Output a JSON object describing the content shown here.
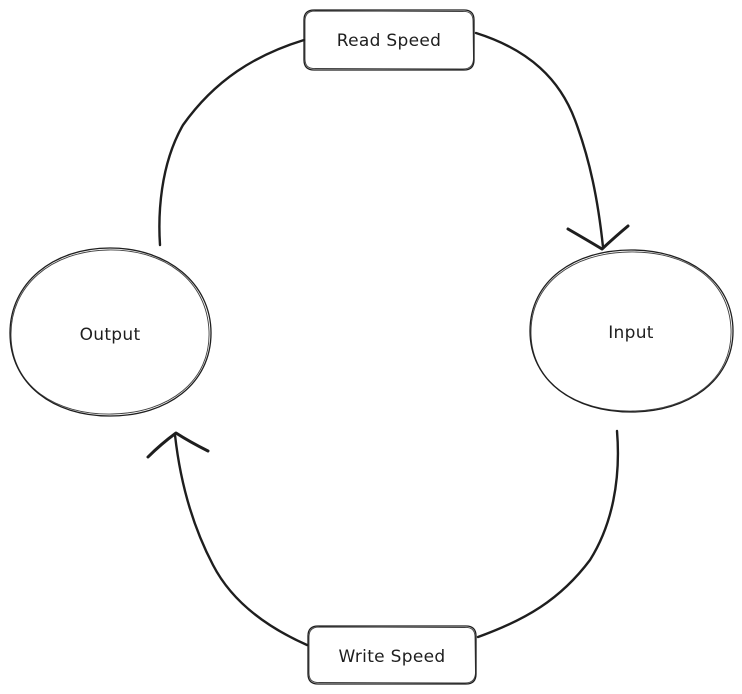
{
  "nodes": {
    "output": {
      "label": "Output"
    },
    "input": {
      "label": "Input"
    },
    "read_speed": {
      "label": "Read Speed"
    },
    "write_speed": {
      "label": "Write Speed"
    }
  },
  "colors": {
    "ink": "#1e1e1e",
    "background": "#ffffff"
  }
}
